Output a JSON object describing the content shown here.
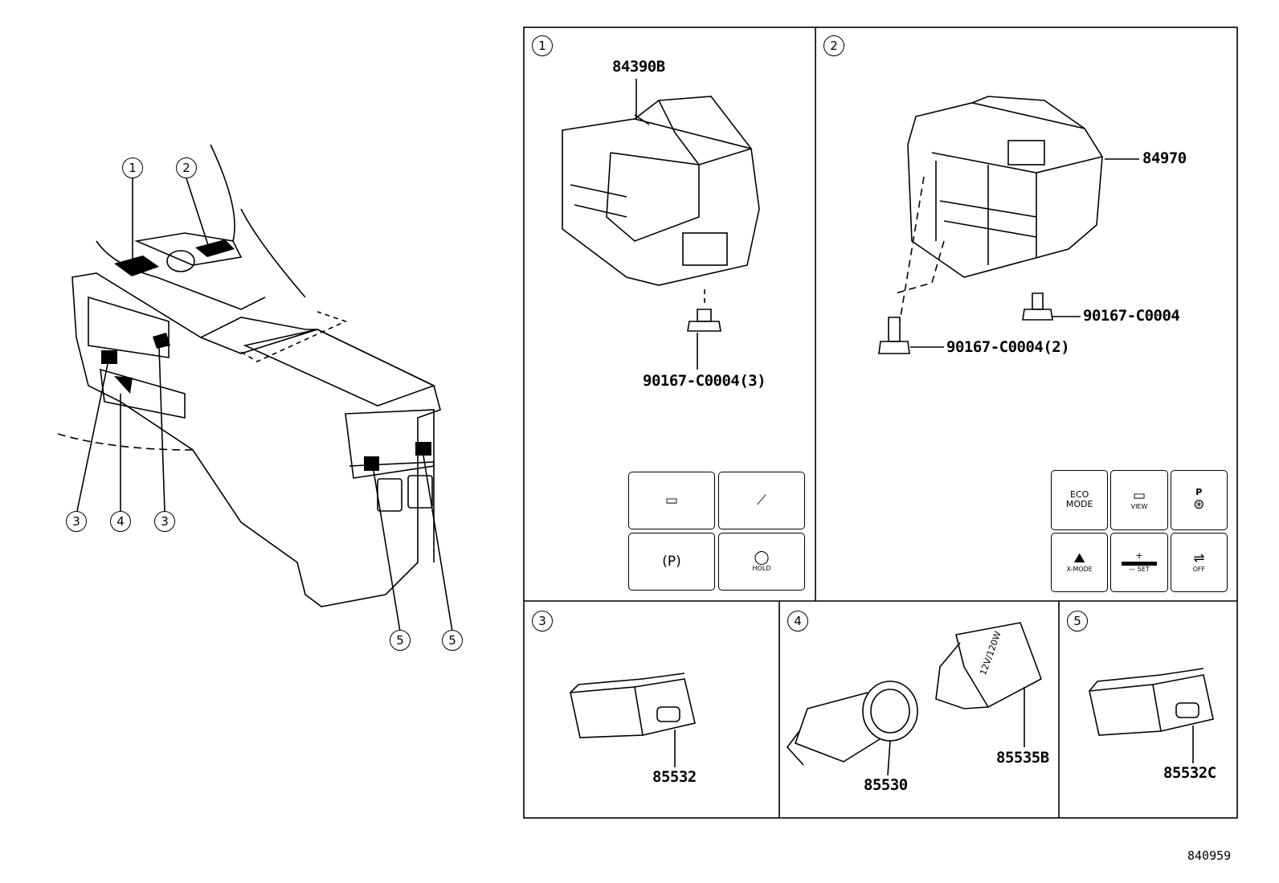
{
  "callouts": {
    "overview": [
      "1",
      "2",
      "3",
      "4",
      "3",
      "5",
      "5"
    ],
    "sections": [
      "1",
      "2",
      "3",
      "4",
      "5"
    ]
  },
  "parts": {
    "p1_switch": "84390B",
    "p1_screw": "90167-C0004(3)",
    "p2_switch": "84970",
    "p2_screw_a": "90167-C0004",
    "p2_screw_b": "90167-C0004(2)",
    "p3": "85532",
    "p4_socket": "85530",
    "p4_cap": "85535B",
    "p5": "85532C"
  },
  "inset1": {
    "icons": [
      "hud-icon",
      "steering-assist-icon",
      "parking-brake-icon",
      "brake-hold-icon"
    ],
    "parking_glyph": "(P)",
    "hold_label": "HOLD"
  },
  "inset2": {
    "eco_line1": "ECO",
    "eco_line2": "MODE",
    "view_label": "VIEW",
    "p_label": "P",
    "plus_label": "+",
    "set_label": "— SET",
    "off_label": "OFF",
    "xmode_label": "X-MODE"
  },
  "p4_cap_text": "12V/120W",
  "reference": "840959"
}
